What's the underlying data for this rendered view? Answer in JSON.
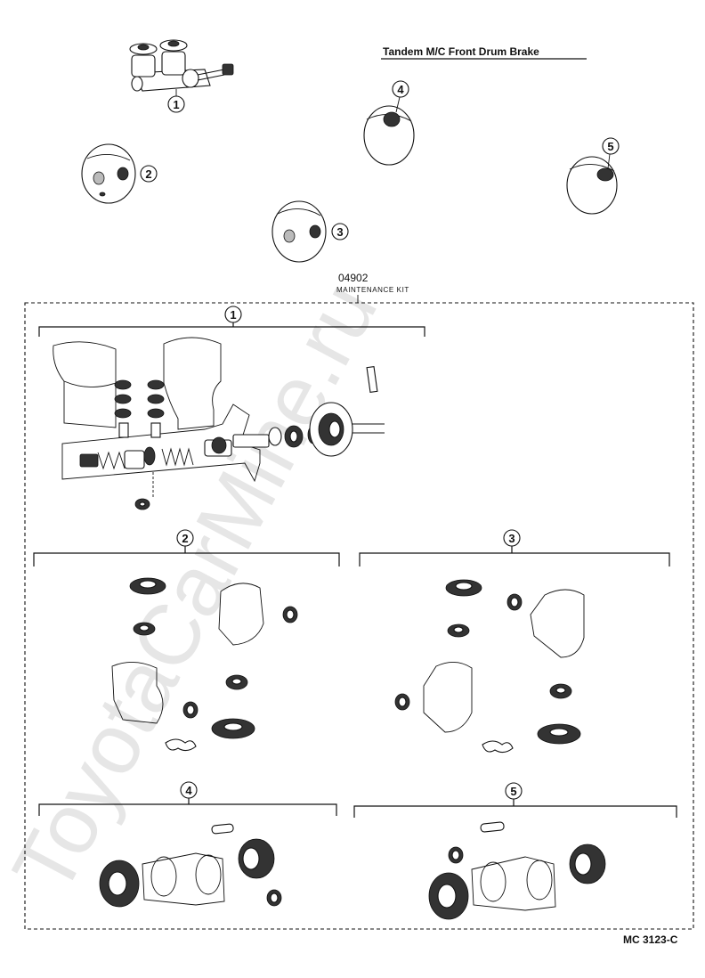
{
  "title": "Tandem M/C Front Drum Brake",
  "kit": {
    "part_number": "04902",
    "name": "MAINTENANCE KIT"
  },
  "callouts": {
    "c1": "1",
    "c2": "2",
    "c3": "3",
    "c4": "4",
    "c5": "5"
  },
  "figure_code": "MC 3123-C",
  "watermark": "ToyotaCarMine.ru"
}
